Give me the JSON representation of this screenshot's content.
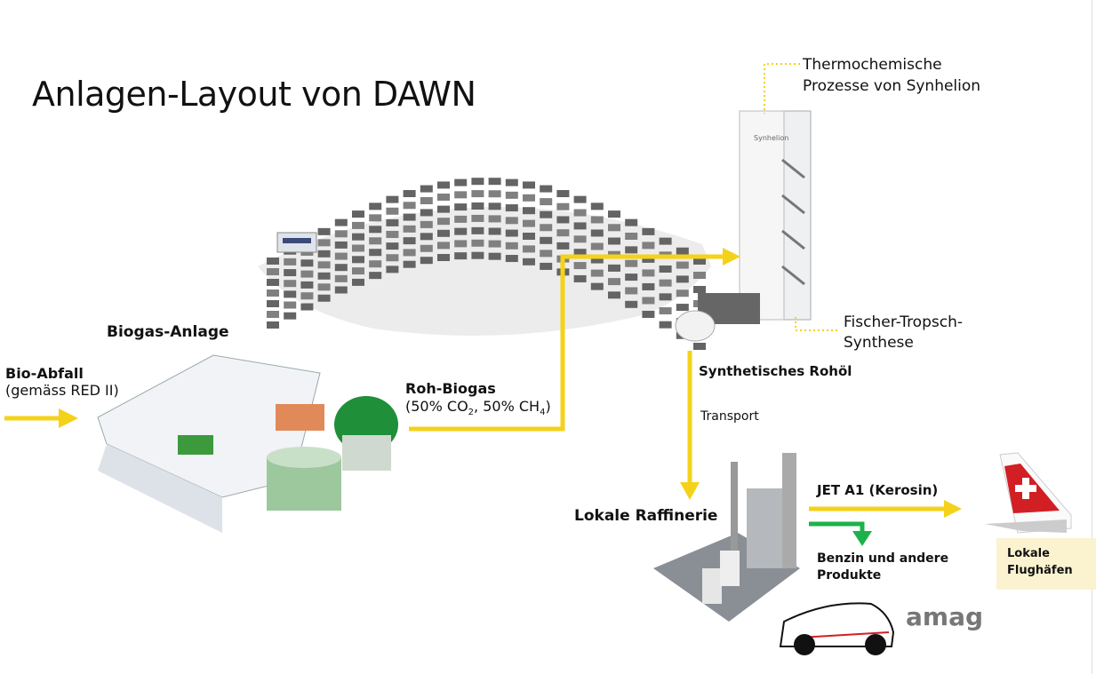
{
  "title": "Anlagen-Layout von DAWN",
  "labels": {
    "bio_abfall": "Bio-Abfall",
    "bio_abfall_sub": "(gemäss RED II)",
    "biogas_anlage": "Biogas-Anlage",
    "roh_biogas": "Roh-Biogas",
    "roh_biogas_sub_a": "(50% CO",
    "roh_biogas_sub_b": "2",
    "roh_biogas_sub_c": ", 50% CH",
    "roh_biogas_sub_d": "4",
    "roh_biogas_sub_e": ")",
    "thermo_1": "Thermochemische",
    "thermo_2": "Prozesse von Synhelion",
    "ft_1": "Fischer-Tropsch-",
    "ft_2": "Synthese",
    "synth_rohoel": "Synthetisches Rohöl",
    "transport": "Transport",
    "raffinerie": "Lokale Raffinerie",
    "jet": "JET A1 (Kerosin)",
    "benzin_1": "Benzin und andere",
    "benzin_2": "Produkte",
    "flughafen_1": "Lokale",
    "flughafen_2": "Flughäfen",
    "tower_brand": "Synhelion",
    "amag": "amag"
  },
  "colors": {
    "yellow": "#f5d21a",
    "green": "#1db14b",
    "box": "#fbf3cf"
  }
}
